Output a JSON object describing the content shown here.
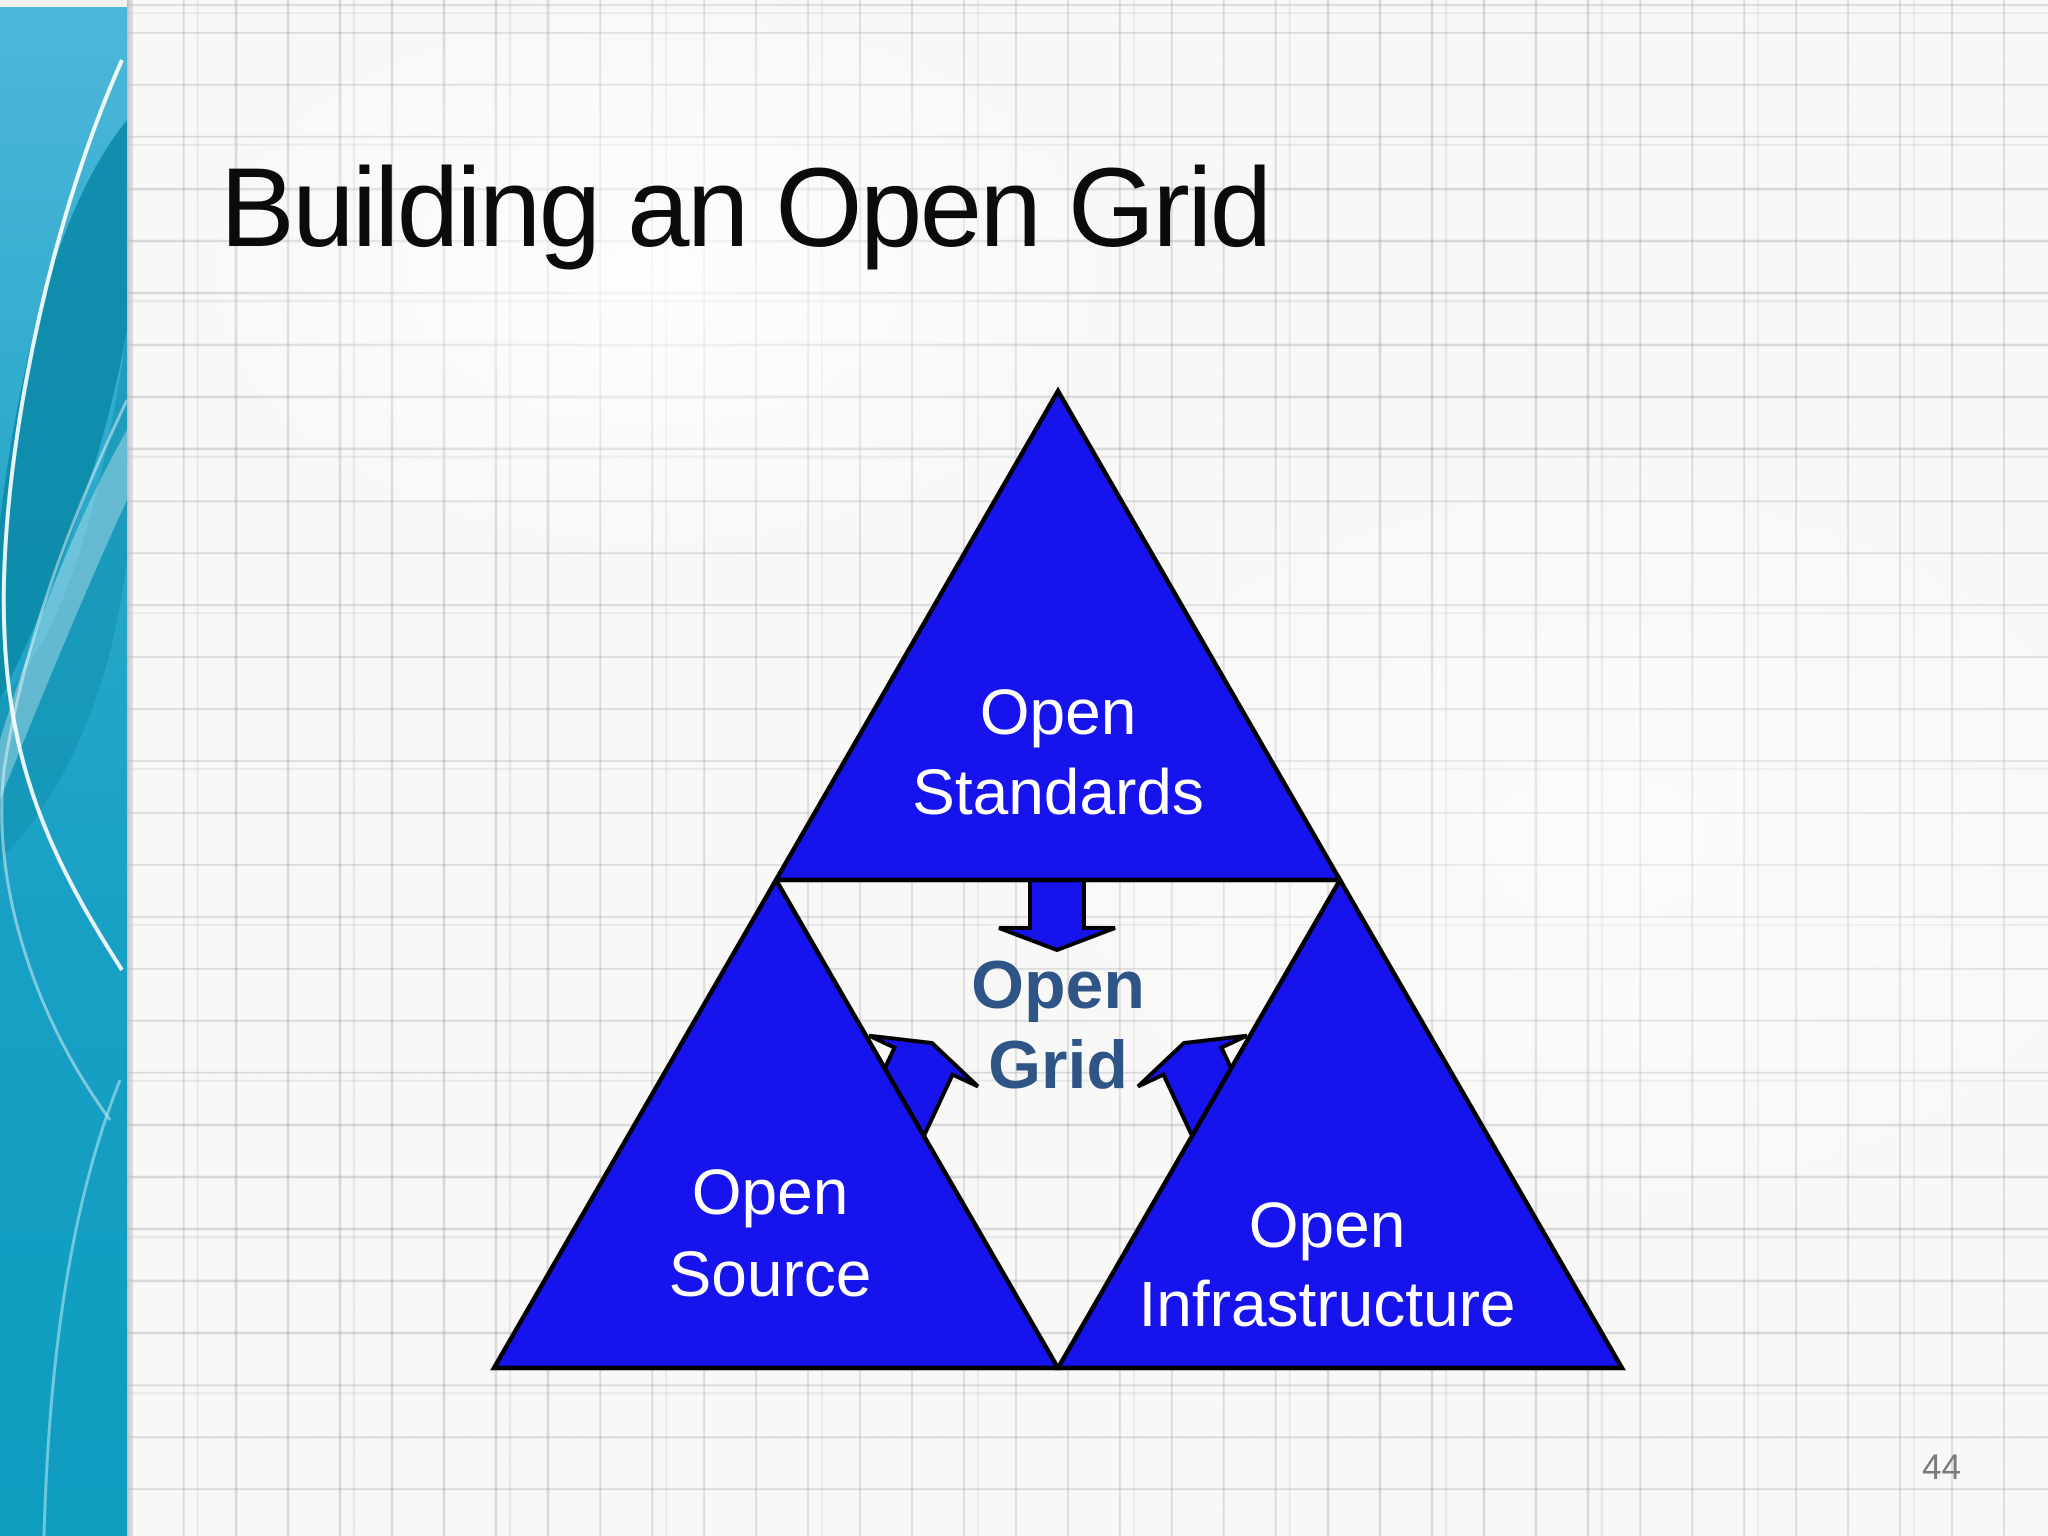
{
  "slide": {
    "title": "Building an Open Grid",
    "page_number": "44"
  },
  "diagram": {
    "top_triangle": {
      "line1": "Open",
      "line2": "Standards"
    },
    "left_triangle": {
      "line1": "Open",
      "line2": "Source"
    },
    "right_triangle": {
      "line1": "Open",
      "line2": "Infrastructure"
    },
    "center": {
      "line1": "Open",
      "line2": "Grid"
    },
    "arrows": [
      "down-arrow-into-center",
      "up-arrow-from-source",
      "up-arrow-from-infrastructure"
    ],
    "colors": {
      "triangle_fill": "#1713ec",
      "triangle_outline": "#000000",
      "triangle_label_text": "#ffffff",
      "center_label_text": "#2f5586",
      "arrow_fill": "#1713ec"
    }
  },
  "theme": {
    "background": "#f8f8f6",
    "grid_line_color": "#d5d7da",
    "page_number_color": "#7b7b7b",
    "sidebar": {
      "top_color": "#4db7d9",
      "bottom_color": "#0e9cbf",
      "swoosh_dark_color": "#0c89a8",
      "accent_line_color": "#ffffff"
    }
  }
}
